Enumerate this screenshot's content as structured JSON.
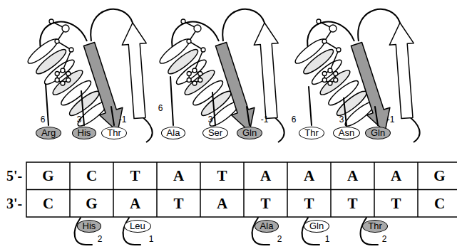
{
  "diagram": {
    "nodes": [
      {
        "text": [
          "Arg"
        ]
      },
      {
        "text": [
          "His"
        ]
      },
      {
        "text": [
          "Thr"
        ]
      },
      {
        "text": [
          "Ala"
        ]
      },
      {
        "text": [
          "Ser"
        ]
      },
      {
        "text": [
          "Gln"
        ]
      },
      {
        "text": [
          "Thr"
        ]
      },
      {
        "text": [
          "Asn"
        ]
      },
      {
        "text": [
          "Gln"
        ]
      },
      {
        "text": [
          "His"
        ]
      },
      {
        "text": [
          "Leu"
        ]
      },
      {
        "text": [
          "Ala"
        ]
      },
      {
        "text": [
          "Gln"
        ]
      },
      {
        "text": [
          "Thr"
        ]
      }
    ],
    "labels": [
      "6",
      "3",
      "-1",
      "6",
      "3",
      "-1",
      "6",
      "3",
      "-1",
      "5'-",
      "G",
      "C",
      "T",
      "A",
      "T",
      "A",
      "A",
      "A",
      "A",
      "G",
      "3'-",
      "C",
      "G",
      "A",
      "T",
      "A",
      "T",
      "T",
      "T",
      "T",
      "C",
      "2",
      "1",
      "2",
      "1",
      "2"
    ]
  }
}
